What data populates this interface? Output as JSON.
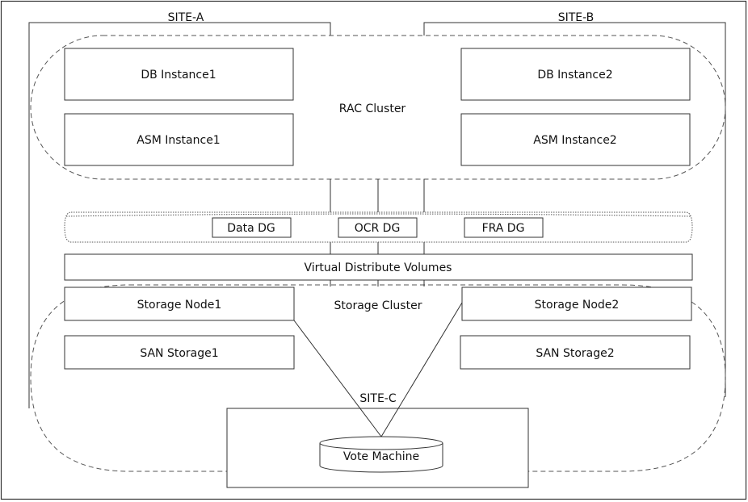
{
  "sites": {
    "site_a": "SITE-A",
    "site_b": "SITE-B",
    "site_c": "SITE-C"
  },
  "clusters": {
    "rac": "RAC Cluster",
    "storage": "Storage Cluster"
  },
  "instances": {
    "db1": "DB Instance1",
    "db2": "DB Instance2",
    "asm1": "ASM Instance1",
    "asm2": "ASM Instance2"
  },
  "disk_groups": {
    "data": "Data DG",
    "ocr": "OCR DG",
    "fra": "FRA DG"
  },
  "volumes": {
    "label": "Virtual Distribute Volumes"
  },
  "storage": {
    "node1": "Storage Node1",
    "node2": "Storage Node2",
    "san1": "SAN Storage1",
    "san2": "SAN Storage2"
  },
  "vote": {
    "label": "Vote Machine"
  },
  "colors": {
    "stroke": "#333333",
    "text": "#111111",
    "background": "#ffffff"
  }
}
